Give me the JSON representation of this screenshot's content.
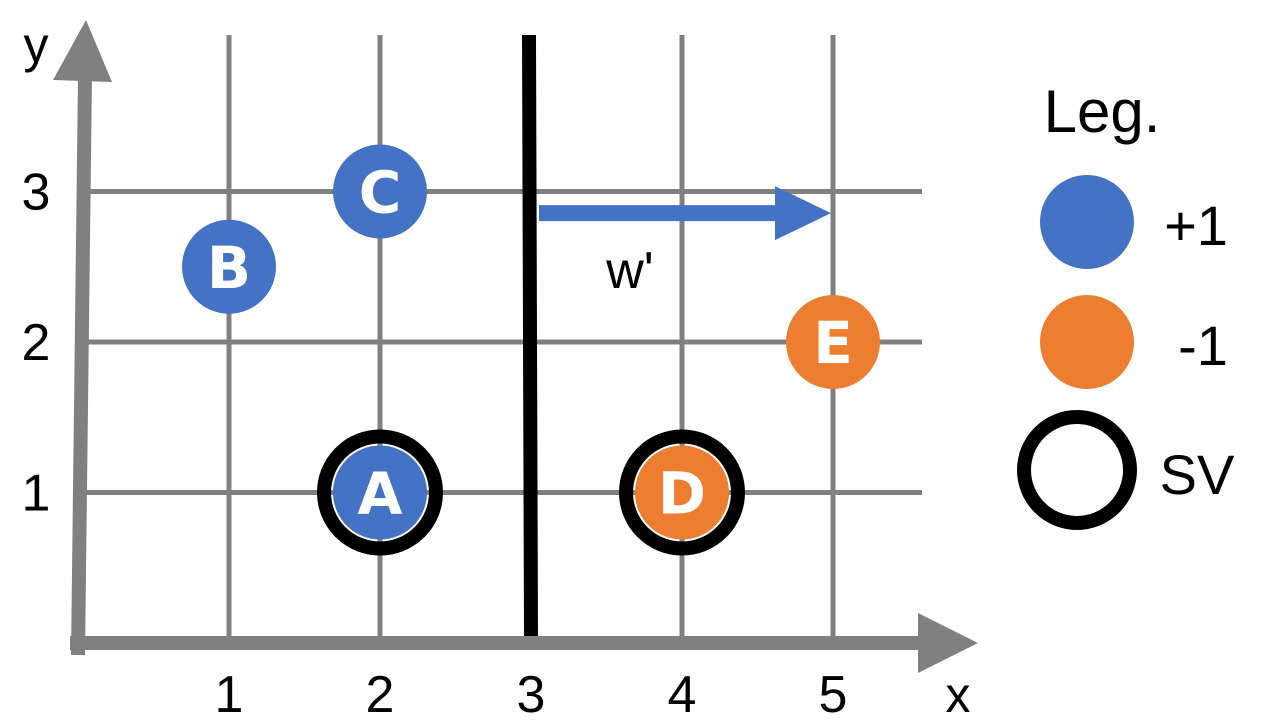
{
  "chart_data": {
    "type": "scatter",
    "xlabel": "x",
    "ylabel": "y",
    "x_ticks": [
      "1",
      "2",
      "3",
      "4",
      "5"
    ],
    "y_ticks": [
      "1",
      "2",
      "3"
    ],
    "points": [
      {
        "label": "A",
        "x": 2,
        "y": 1,
        "class": "+1",
        "support_vector": true
      },
      {
        "label": "B",
        "x": 1,
        "y": 2.5,
        "class": "+1",
        "support_vector": false
      },
      {
        "label": "C",
        "x": 2,
        "y": 3,
        "class": "+1",
        "support_vector": false
      },
      {
        "label": "D",
        "x": 4,
        "y": 1,
        "class": "-1",
        "support_vector": true
      },
      {
        "label": "E",
        "x": 5,
        "y": 2,
        "class": "-1",
        "support_vector": false
      }
    ],
    "decision_boundary": {
      "x": 3
    },
    "vector": {
      "label": "w'",
      "from": [
        3,
        2.85
      ],
      "to": [
        5,
        2.85
      ]
    },
    "grid": true
  },
  "legend": {
    "title": "Leg.",
    "items": [
      {
        "label": "+1",
        "kind": "blue-dot"
      },
      {
        "label": "-1",
        "kind": "orange-dot"
      },
      {
        "label": "SV",
        "kind": "black-ring"
      }
    ]
  },
  "colors": {
    "positive": "#4472C4",
    "negative": "#ED7D31",
    "grid": "#808080",
    "axis": "#808080",
    "boundary": "#000000"
  }
}
